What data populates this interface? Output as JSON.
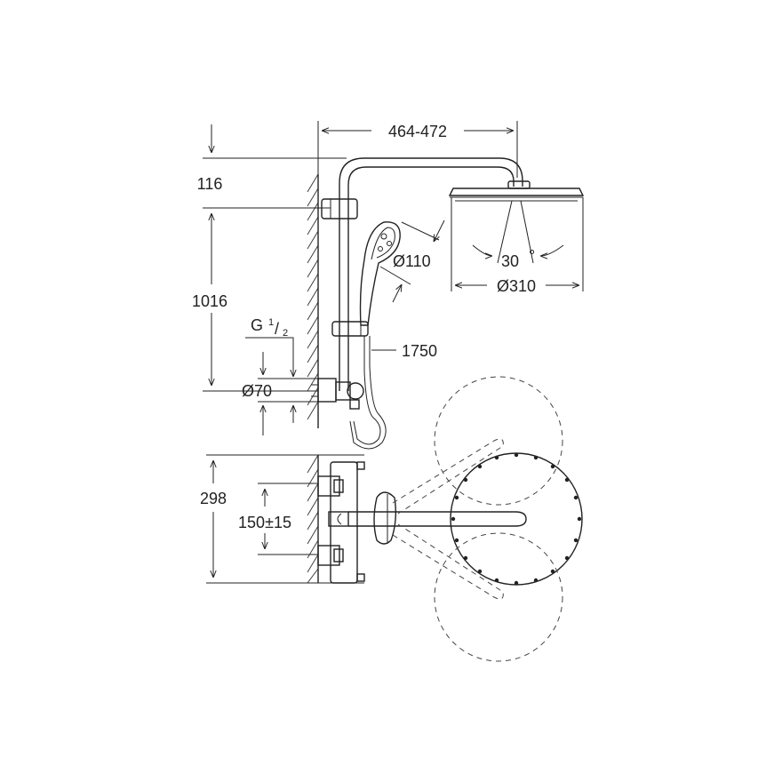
{
  "dimensions": {
    "width_span": "464-472",
    "height_top": "116",
    "height_main": "1016",
    "thread": "G",
    "thread_num": "1",
    "thread_den": "2",
    "mixer_diameter": "Ø70",
    "hand_shower_diameter": "Ø110",
    "hose_length": "1750",
    "spray_angle": "30",
    "angle_unit": "°",
    "head_shower_diameter": "Ø310",
    "mixer_height": "298",
    "inlet_spacing": "150±15"
  }
}
